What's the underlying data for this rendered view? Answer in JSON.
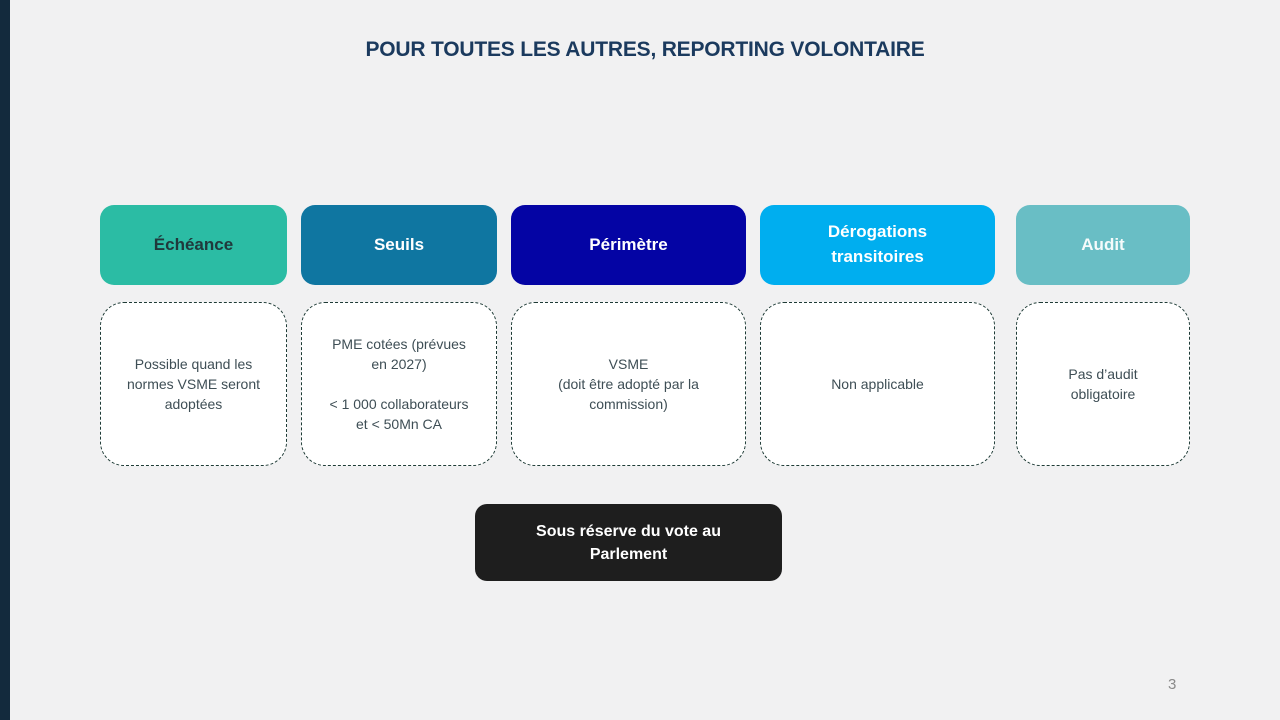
{
  "slide": {
    "title": "POUR TOUTES LES AUTRES, REPORTING VOLONTAIRE",
    "page_number": "3"
  },
  "colors": {
    "background": "#f1f1f2",
    "accent_bar": "#132a3d",
    "title_text": "#1b3a5e",
    "pill_echeance": "#2bbca4",
    "pill_seuils": "#0f76a1",
    "pill_perimetre": "#0404a4",
    "pill_derogations": "#00aeef",
    "pill_audit": "#69bec5",
    "card_border": "#1e3b36",
    "card_text": "#3e4e55",
    "footnote_bg": "#1e1e1e",
    "page_number_text": "#8a8a8a"
  },
  "columns": [
    {
      "header": {
        "lines": [
          "Échéance"
        ]
      },
      "body": {
        "lines": [
          "Possible quand les",
          "normes VSME seront",
          "adoptées"
        ]
      }
    },
    {
      "header": {
        "lines": [
          "Seuils"
        ]
      },
      "body": {
        "lines": [
          "PME cotées (prévues",
          "en 2027)",
          "",
          "< 1 000 collaborateurs",
          "et < 50Mn CA"
        ]
      }
    },
    {
      "header": {
        "lines": [
          "Périmètre"
        ]
      },
      "body": {
        "lines": [
          "VSME",
          "(doit être adopté par la",
          "commission)"
        ]
      }
    },
    {
      "header": {
        "lines": [
          "Dérogations",
          "transitoires"
        ]
      },
      "body": {
        "lines": [
          "Non applicable"
        ]
      }
    },
    {
      "header": {
        "lines": [
          "Audit"
        ]
      },
      "body": {
        "lines": [
          "Pas d’audit",
          "obligatoire"
        ]
      }
    }
  ],
  "footnote": {
    "lines": [
      "Sous réserve du vote au",
      "Parlement"
    ]
  }
}
